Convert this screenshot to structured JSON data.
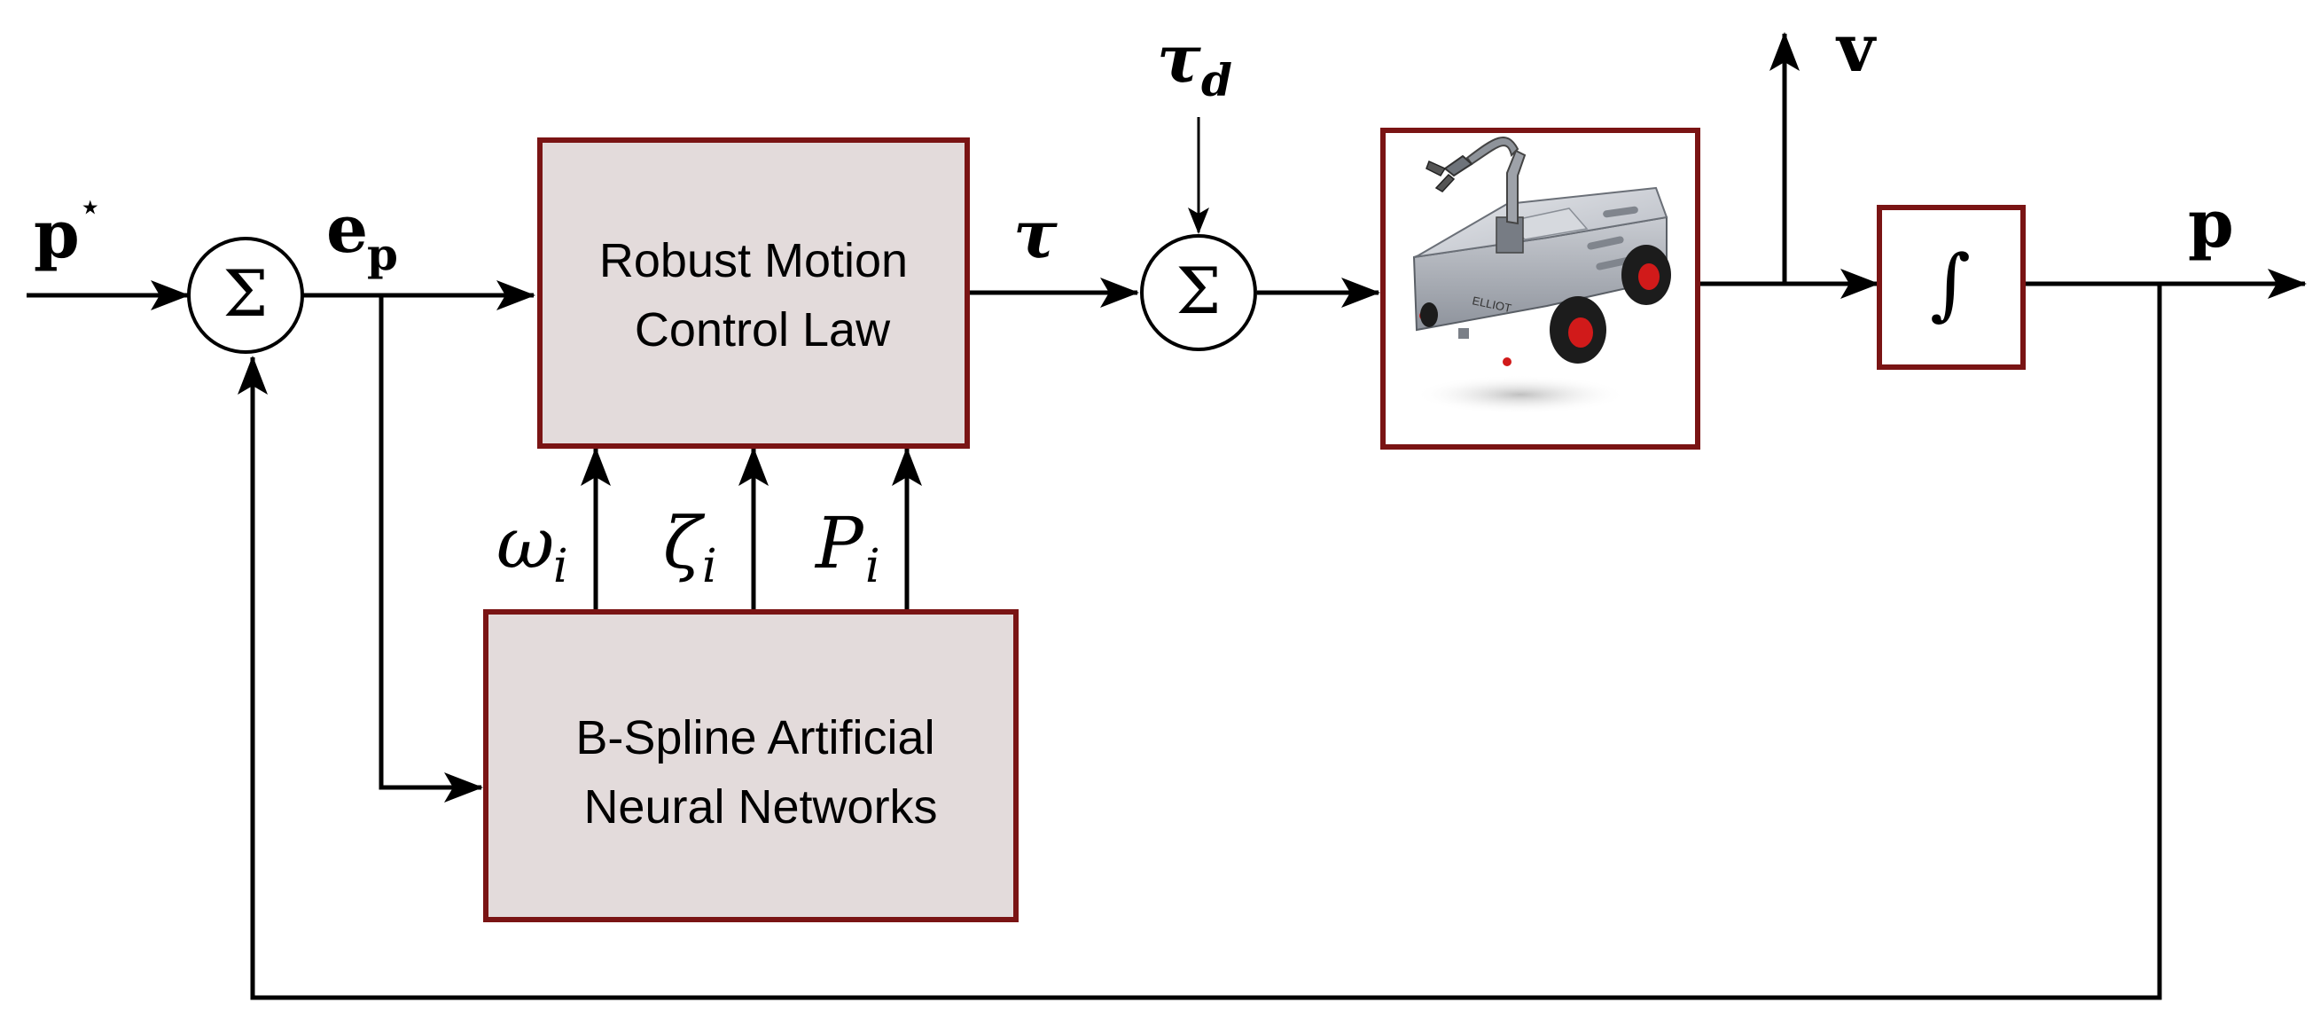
{
  "blocks": {
    "control_law": {
      "line1": "Robust Motion",
      "line2": "Control Law"
    },
    "nn": {
      "line1": "B-Spline Artificial",
      "line2": "Neural Networks"
    },
    "integrator": {
      "symbol": "∫"
    },
    "robot": {
      "label": "ELLIOT"
    }
  },
  "summers": {
    "symbol": "Σ"
  },
  "signals": {
    "p_star": {
      "base": "p",
      "sup": "⋆"
    },
    "e_p": {
      "base": "e",
      "sub": "p"
    },
    "tau": {
      "base": "τ"
    },
    "tau_d": {
      "base": "τ",
      "sub": "d"
    },
    "v": {
      "base": "v"
    },
    "p_out": {
      "base": "p"
    },
    "omega": {
      "base": "ω",
      "sub": "i"
    },
    "zeta": {
      "base": "ζ",
      "sub": "i"
    },
    "P": {
      "base": "P",
      "sub": "i"
    }
  },
  "colors": {
    "block_border": "#7a1414",
    "block_fill": "#e3dbdb",
    "line": "#000000",
    "wheel_hub": "#d11a1a"
  }
}
